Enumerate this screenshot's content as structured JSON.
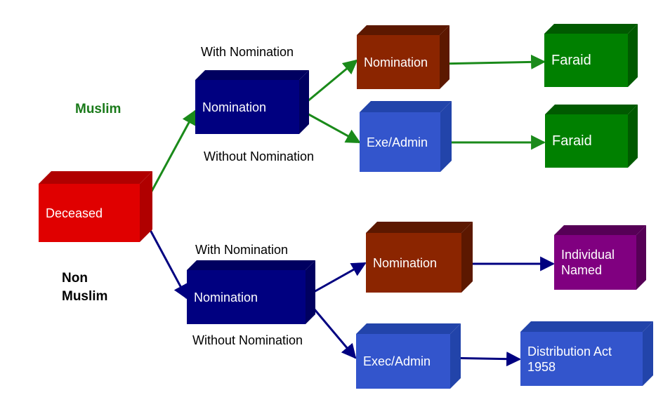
{
  "groups": {
    "muslim": {
      "label": "Muslim",
      "color": "#1a7a1a"
    },
    "non_muslim": {
      "line1": "Non",
      "line2": "Muslim",
      "color": "#000000"
    }
  },
  "nodes": {
    "deceased": "Deceased",
    "muslim_nomination": "Nomination",
    "muslim_branch_nomination": "Nomination",
    "muslim_branch_exe_admin": "Exe/Admin",
    "muslim_faraid_1": "Faraid",
    "muslim_faraid_2": "Faraid",
    "nonmuslim_nomination": "Nomination",
    "nonmuslim_branch_nomination": "Nomination",
    "nonmuslim_branch_exec_admin": "Exec/Admin",
    "individual_named_line1": "Individual",
    "individual_named_line2": "Named",
    "distribution_act_line1": "Distribution Act",
    "distribution_act_line2": "1958"
  },
  "edge_labels": {
    "muslim_with": "With Nomination",
    "muslim_without": "Without Nomination",
    "nonmuslim_with": "With Nomination",
    "nonmuslim_without": "Without Nomination"
  },
  "colors": {
    "red": "#e00000",
    "navy": "#000080",
    "brown": "#8b2500",
    "blue": "#3355cc",
    "green": "#008000",
    "purple": "#800080",
    "arrow_green": "#1a8a1a",
    "arrow_navy": "#000080"
  }
}
